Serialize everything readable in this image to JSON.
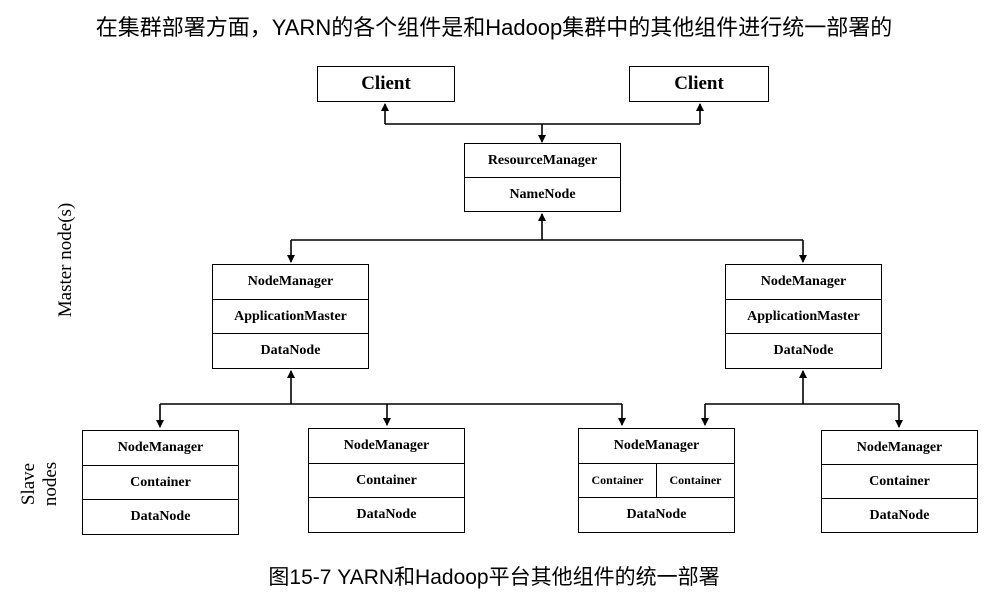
{
  "heading": "在集群部署方面，YARN的各个组件是和Hadoop集群中的其他组件进行统一部署的",
  "caption": "图15-7 YARN和Hadoop平台其他组件的统一部署",
  "side_labels": {
    "master": "Master node(s)",
    "slave_line1": "Slave",
    "slave_line2": "nodes"
  },
  "clients": [
    {
      "label": "Client"
    },
    {
      "label": "Client"
    }
  ],
  "resource_manager": {
    "rows": [
      "ResourceManager",
      "NameNode"
    ]
  },
  "mid_nodes": [
    {
      "rows": [
        "NodeManager",
        "ApplicationMaster",
        "DataNode"
      ]
    },
    {
      "rows": [
        "NodeManager",
        "ApplicationMaster",
        "DataNode"
      ]
    }
  ],
  "slave_nodes": [
    {
      "manager": "NodeManager",
      "containers": [
        "Container"
      ],
      "datanode": "DataNode"
    },
    {
      "manager": "NodeManager",
      "containers": [
        "Container"
      ],
      "datanode": "DataNode"
    },
    {
      "manager": "NodeManager",
      "containers": [
        "Container",
        "Container"
      ],
      "datanode": "DataNode"
    },
    {
      "manager": "NodeManager",
      "containers": [
        "Container"
      ],
      "datanode": "DataNode"
    }
  ],
  "colors": {
    "line": "#000000",
    "background": "#ffffff"
  }
}
